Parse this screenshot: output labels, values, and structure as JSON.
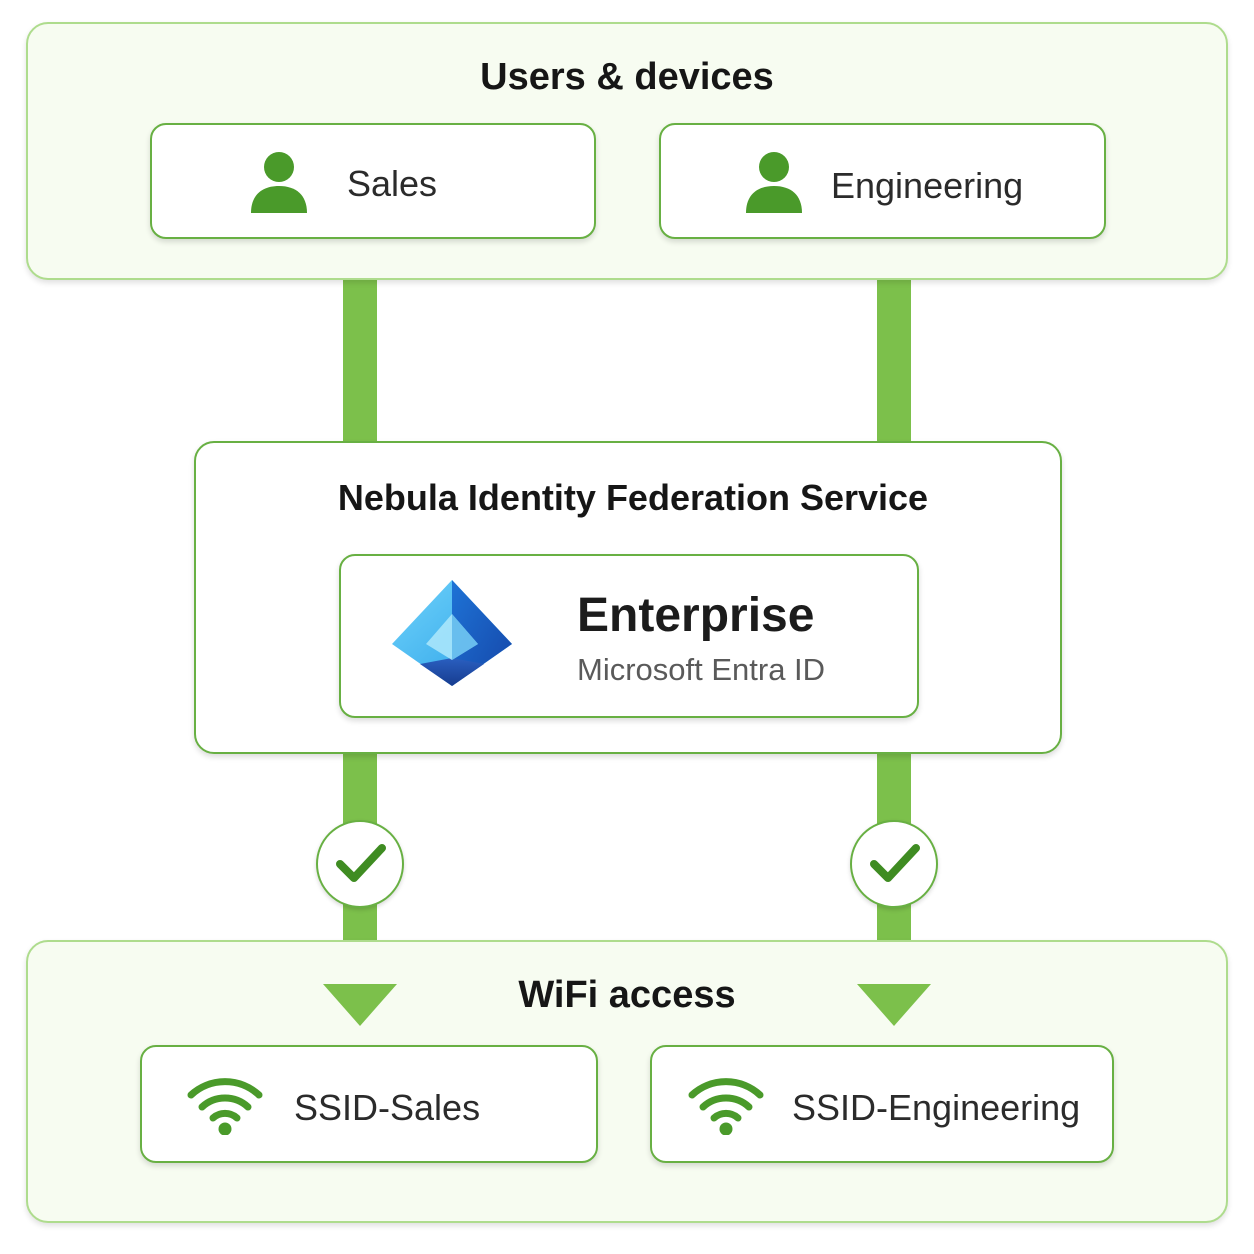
{
  "users_devices": {
    "title": "Users & devices",
    "groups": [
      {
        "label": "Sales",
        "icon": "user-icon"
      },
      {
        "label": "Engineering",
        "icon": "user-icon"
      }
    ]
  },
  "federation": {
    "title": "Nebula Identity Federation Service",
    "provider": {
      "name": "Enterprise",
      "product": "Microsoft Entra ID",
      "icon": "entra-id-logo"
    }
  },
  "wifi": {
    "title": "WiFi access",
    "ssids": [
      {
        "label": "SSID-Sales",
        "icon": "wifi-icon"
      },
      {
        "label": "SSID-Engineering",
        "icon": "wifi-icon"
      }
    ]
  },
  "flow": {
    "status_icon": "checkmark-icon"
  },
  "colors": {
    "accent_green": "#7cc04b",
    "border_green": "#68b043",
    "icon_green": "#4a9a2a",
    "panel_fill": "#f7fcf1"
  }
}
